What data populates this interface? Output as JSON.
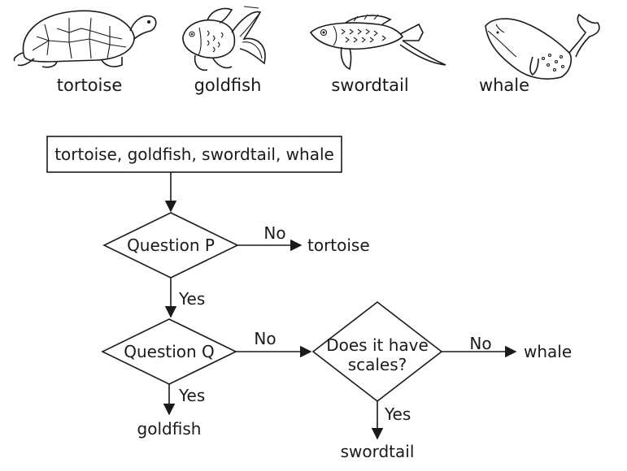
{
  "animals": [
    {
      "label": "tortoise",
      "icon": "tortoise-icon"
    },
    {
      "label": "goldfish",
      "icon": "goldfish-icon"
    },
    {
      "label": "swordtail",
      "icon": "swordtail-icon"
    },
    {
      "label": "whale",
      "icon": "whale-icon"
    }
  ],
  "key": {
    "start_box": "tortoise, goldfish, swordtail, whale",
    "question_p": "Question P",
    "question_q": "Question Q",
    "question_scales_line1": "Does it have",
    "question_scales_line2": "scales?",
    "p_no_label": "No",
    "p_no_result": "tortoise",
    "p_yes_label": "Yes",
    "q_no_label": "No",
    "q_yes_label": "Yes",
    "q_yes_result": "goldfish",
    "scales_no_label": "No",
    "scales_no_result": "whale",
    "scales_yes_label": "Yes",
    "scales_yes_result": "swordtail"
  },
  "colors": {
    "ink": "#1a1a1a",
    "background": "#ffffff"
  }
}
